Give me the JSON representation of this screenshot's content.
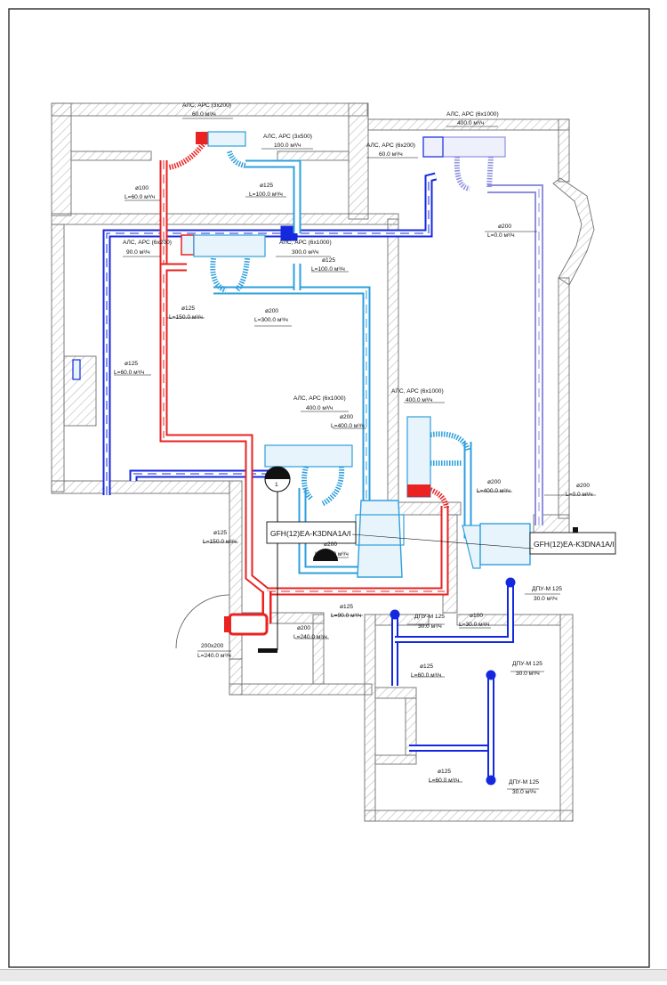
{
  "labels": {
    "top_grille_1": {
      "name": "АЛС, АРС (3x200)",
      "flow": "60.0 м³/ч"
    },
    "top_grille_2": {
      "name": "АЛС, АРС (3x500)",
      "flow": "100.0 м³/ч"
    },
    "duct_top_red": {
      "d": "ø100",
      "flow": "L=60.0 м³/ч"
    },
    "duct_top_blue": {
      "d": "ø125",
      "flow": "L=100.0 м³/ч"
    },
    "right_grille_1": {
      "name": "АЛС, АРС (6x1000)",
      "flow": "400.0 м³/ч"
    },
    "right_grille_2": {
      "name": "АЛС, АРС (6x200)",
      "flow": "60.0 м³/ч"
    },
    "right_riser": {
      "d": "ø200",
      "flow": "L=0.0 м³/ч"
    },
    "mid_grille_1": {
      "name": "АЛС, АРС (6x200)",
      "flow": "90.0 м³/ч"
    },
    "mid_grille_2": {
      "name": "АЛС, АРС (6x1000)",
      "flow": "300.0 м³/ч"
    },
    "duct_mid_1": {
      "d": "ø125",
      "flow": "L=100.0 м³/ч"
    },
    "duct_red_left": {
      "d": "ø125",
      "flow": "L=150.0 м³/ч"
    },
    "duct_mid_2": {
      "d": "ø200",
      "flow": "L=300.0 м³/ч"
    },
    "duct_left_blue": {
      "d": "ø125",
      "flow": "L=60.0 м³/ч"
    },
    "center_grille": {
      "name": "АЛС, АРС (6x1000)",
      "flow": "400.0 м³/ч"
    },
    "duct_center": {
      "d": "ø200",
      "flow": "L=400.0 м³/ч"
    },
    "right_mid_grille": {
      "name": "АЛС, АРС (6x1000)",
      "flow": "400.0 м³/ч"
    },
    "duct_right_mid": {
      "d": "ø200",
      "flow": "L=400.0 м³/ч"
    },
    "duct_right_end": {
      "d": "ø200",
      "flow": "L=0.0 м³/ч"
    },
    "duct_red_lower": {
      "d": "ø125",
      "flow": "L=150.0 м³/ч"
    },
    "unit_left": {
      "model": "GFH(12)EA-K3DNA1A/I"
    },
    "unit_right": {
      "model": "GFH(12)EA-K3DNA1A/I"
    },
    "duct_under_unit": {
      "d": "ø200",
      "flow": "L=400.0 м³/ч"
    },
    "marker_number": "1",
    "dpu_1": {
      "name": "ДПУ-М 125",
      "flow": "30.0 м³/ч"
    },
    "dpu_2": {
      "name": "ДПУ-М 125",
      "flow": "30.0 м³/ч"
    },
    "dpu_3": {
      "name": "ДПУ-М 125",
      "flow": "30.0 м³/ч"
    },
    "dpu_4": {
      "name": "ДПУ-М 125",
      "flow": "30.0 м³/ч"
    },
    "duct_bottom_red": {
      "d": "ø125",
      "flow": "L=90.0 м³/ч"
    },
    "duct_fan": {
      "d": "ø200",
      "flow": "L=240.0 м³/ч"
    },
    "fan_grille": {
      "size": "200x200",
      "flow": "L=240.0 м³/ч"
    },
    "duct_dpu_100": {
      "d": "ø100",
      "flow": "L=30.0 м³/ч"
    },
    "duct_dpu_125a": {
      "d": "ø125",
      "flow": "L=60.0 м³/ч"
    },
    "duct_dpu_125b": {
      "d": "ø125",
      "flow": "L=60.0 м³/ч"
    }
  },
  "colors": {
    "wall": "#6f6f6f",
    "hatch": "#b5b5b5",
    "supply_dark": "#1428e0",
    "supply_light": "#2e9fdc",
    "exhaust_red": "#ea2222",
    "return_lavender": "#8f8fe0",
    "unit_fill": "#e8f4fb",
    "border": "#2d2d2d"
  }
}
